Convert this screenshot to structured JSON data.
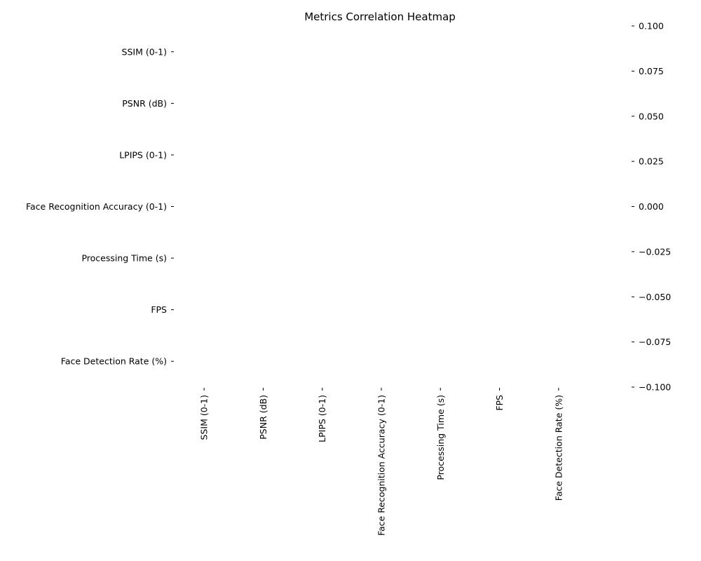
{
  "chart_data": {
    "type": "heatmap",
    "title": "Metrics Correlation Heatmap",
    "xlabel": "",
    "ylabel": "",
    "x_categories": [
      "SSIM (0-1)",
      "PSNR (dB)",
      "LPIPS (0-1)",
      "Face Recognition Accuracy (0-1)",
      "Processing Time (s)",
      "FPS",
      "Face Detection Rate (%)"
    ],
    "y_categories": [
      "SSIM (0-1)",
      "PSNR (dB)",
      "LPIPS (0-1)",
      "Face Recognition Accuracy (0-1)",
      "Processing Time (s)",
      "FPS",
      "Face Detection Rate (%)"
    ],
    "values": [
      [
        null,
        null,
        null,
        null,
        null,
        null,
        null
      ],
      [
        null,
        null,
        null,
        null,
        null,
        null,
        null
      ],
      [
        null,
        null,
        null,
        null,
        null,
        null,
        null
      ],
      [
        null,
        null,
        null,
        null,
        null,
        null,
        null
      ],
      [
        null,
        null,
        null,
        null,
        null,
        null,
        null
      ],
      [
        null,
        null,
        null,
        null,
        null,
        null,
        null
      ],
      [
        null,
        null,
        null,
        null,
        null,
        null,
        null
      ]
    ],
    "colorbar": {
      "ticks": [
        0.1,
        0.075,
        0.05,
        0.025,
        0.0,
        -0.025,
        -0.05,
        -0.075,
        -0.1
      ],
      "tick_labels": [
        "0.100",
        "0.075",
        "0.050",
        "0.025",
        "0.000",
        "−0.025",
        "−0.050",
        "−0.075",
        "−0.100"
      ],
      "range": [
        -0.1,
        0.1
      ]
    },
    "grid": false
  }
}
